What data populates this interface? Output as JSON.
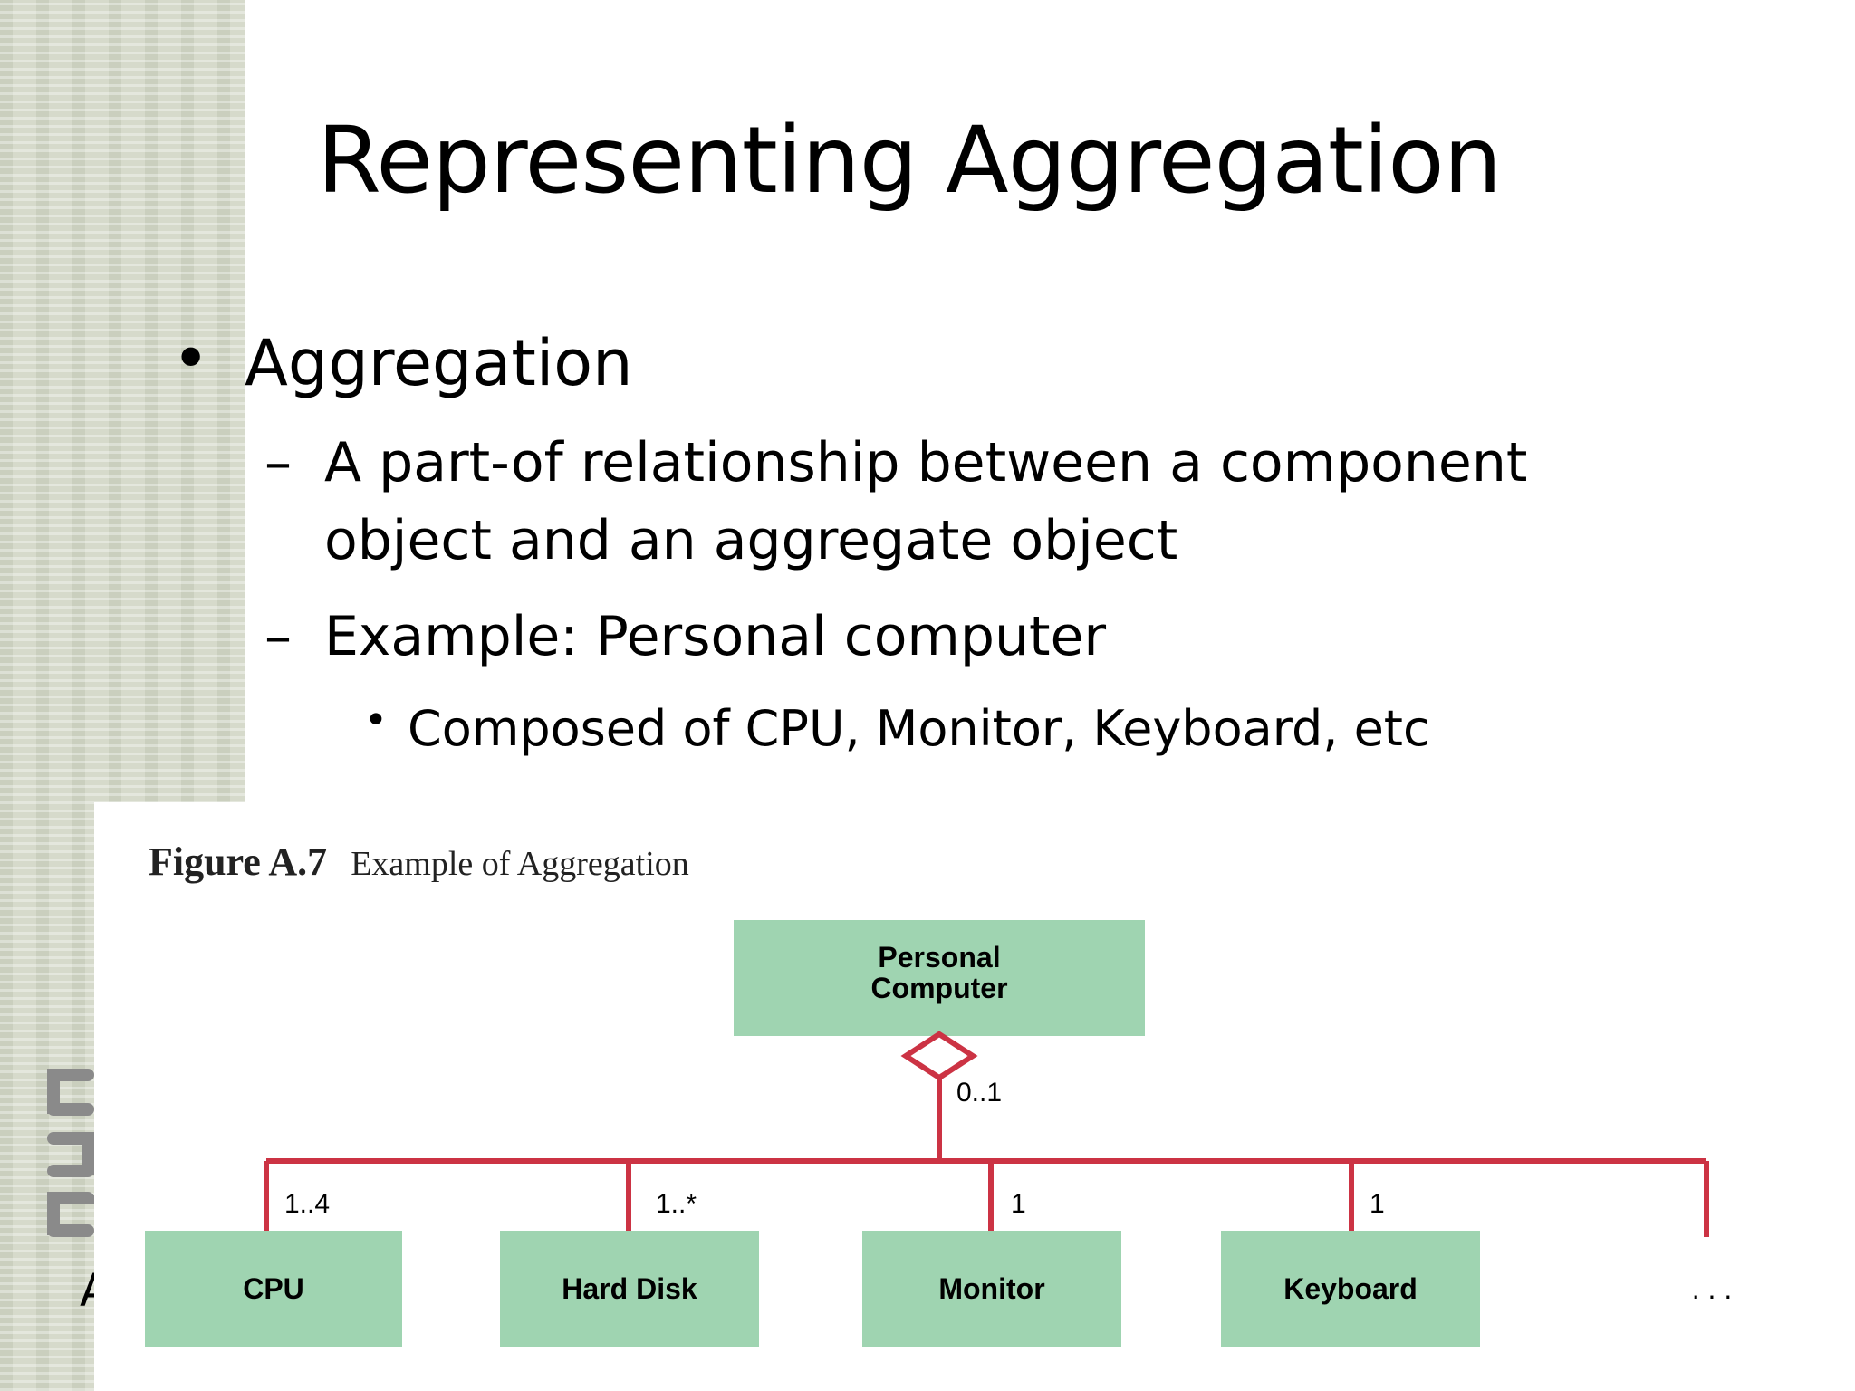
{
  "slide": {
    "title": "Representing Aggregation",
    "bullet1": "Aggregation",
    "sub1_line1": "A part-of relationship between a component",
    "sub1_line2": "object and an aggregate object",
    "sub2": "Example: Personal computer",
    "sub2_bullet": "Composed of CPU, Monitor, Keyboard, etc",
    "footer_letter": "A",
    "bullet_symbol": "•",
    "dash_symbol": "–"
  },
  "figure": {
    "number": "Figure A.7",
    "caption": "Example of Aggregation",
    "aggregate": {
      "line1": "Personal",
      "line2": "Computer",
      "multiplicity": "0..1"
    },
    "parts": [
      {
        "label": "CPU",
        "multiplicity": "1..4"
      },
      {
        "label": "Hard Disk",
        "multiplicity": "1..*"
      },
      {
        "label": "Monitor",
        "multiplicity": "1"
      },
      {
        "label": "Keyboard",
        "multiplicity": "1"
      }
    ],
    "more": ". . .",
    "colors": {
      "box_fill": "#9fd4b1",
      "line": "#cc3344"
    }
  }
}
